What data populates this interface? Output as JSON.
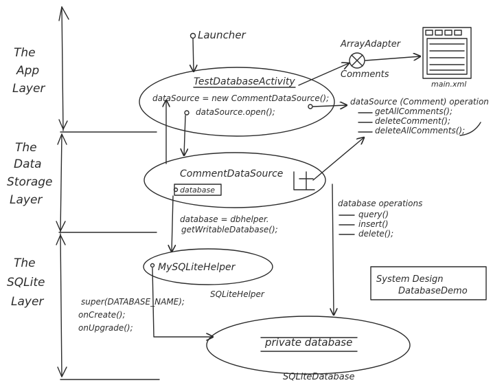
{
  "layers": {
    "app": [
      "The",
      "App",
      "Layer"
    ],
    "storage": [
      "The",
      "Data",
      "Storage",
      "Layer"
    ],
    "sqlite": [
      "The",
      "SQLite",
      "Layer"
    ]
  },
  "launcher": "Launcher",
  "activity": {
    "title": "TestDatabaseActivity",
    "line1": "dataSource = new CommentDataSource();",
    "line2": "dataSource.open();"
  },
  "adapter": {
    "name": "ArrayAdapter",
    "label": "Comments",
    "layout_file": "main.xml"
  },
  "datasource_ops": {
    "title": "dataSource (Comment) operation",
    "items": [
      "getAllComments();",
      "deleteComment();",
      "deleteAllComments();"
    ]
  },
  "datasource": {
    "title": "CommentDataSource",
    "field": "database"
  },
  "dbhelper_call": {
    "line1": "database = dbhelper.",
    "line2": "getWritableDatabase();"
  },
  "db_ops": {
    "title": "database operations",
    "items": [
      "query()",
      "insert()",
      "delete();"
    ]
  },
  "helper": {
    "name": "MySQLiteHelper",
    "label": "SQLiteHelper",
    "methods": [
      "super(DATABASE_NAME);",
      "onCreate();",
      "onUpgrade();"
    ]
  },
  "database": {
    "name": "private database",
    "label": "SQLiteDatabase"
  },
  "caption": [
    "System Design",
    "DatabaseDemo"
  ]
}
